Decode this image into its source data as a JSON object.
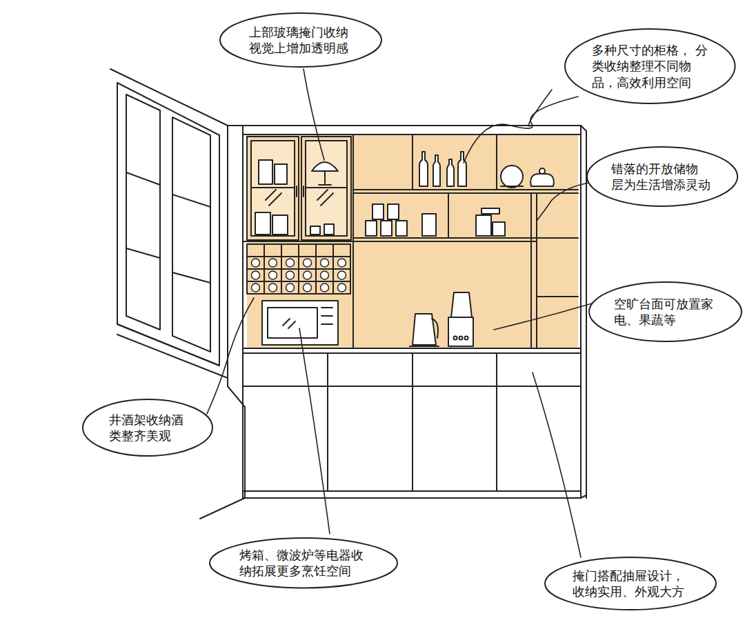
{
  "diagram": {
    "nodes": [
      {
        "text": [
          "上部玻璃掩门收纳 视觉上增加透明感"
        ]
      },
      {
        "text": [
          "多种尺寸的柜格， 分类收纳整理不同物 品，高效利用空间"
        ]
      },
      {
        "text": [
          "错落的开放储物 层为生活增添灵动"
        ]
      },
      {
        "text": [
          "空旷台面可放置家 电、果蔬等"
        ]
      },
      {
        "text": [
          "井酒架收纳酒 类整齐美观"
        ]
      },
      {
        "text": [
          "烤箱、微波炉等电器收 纳拓展更多烹饪空间"
        ]
      },
      {
        "text": [
          "掩门搭配抽屉设计， 收纳实用、外观大方"
        ]
      }
    ]
  }
}
